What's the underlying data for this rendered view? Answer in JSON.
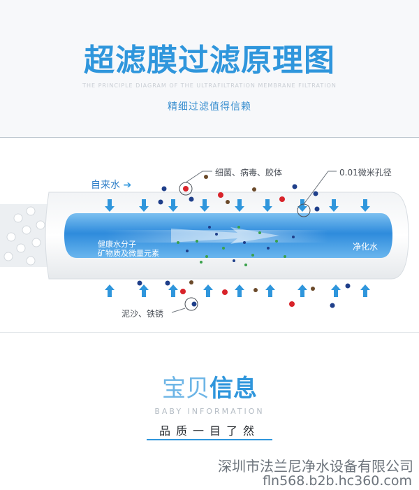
{
  "header": {
    "title": "超滤膜过滤原理图",
    "subtitle_en": "THE PRINCIPLE DIAGRAM OF THE ULTRAFILTRATION MEMBRANE FILTRATION",
    "subtitle_cn": "精细过滤值得信赖"
  },
  "diagram": {
    "inlet_label": "自来水",
    "inlet_arrow_icon": "arrow-right-icon",
    "contaminants_label": "细菌、病毒、胶体",
    "pore_label": "0.01微米孔径",
    "healthy_label_line1": "健康水分子",
    "healthy_label_line2": "矿物质及微量元素",
    "clean_label": "净化水",
    "sediment_label": "泥沙、铁锈",
    "colors": {
      "tube": "#3a8fd6",
      "arrow": "#2f96dc",
      "bacteria": "#d8232a",
      "virus": "#6b4a2a",
      "particle": "#1f3f8a"
    }
  },
  "info": {
    "title_light": "宝贝",
    "title_bold": "信息",
    "subtitle_en": "BABY INFORMATION",
    "subtitle_cn": "品质一目了然"
  },
  "footer": {
    "company": "深圳市法兰尼净水设备有限公司",
    "domain": "fln568.b2b.hc360.com"
  }
}
